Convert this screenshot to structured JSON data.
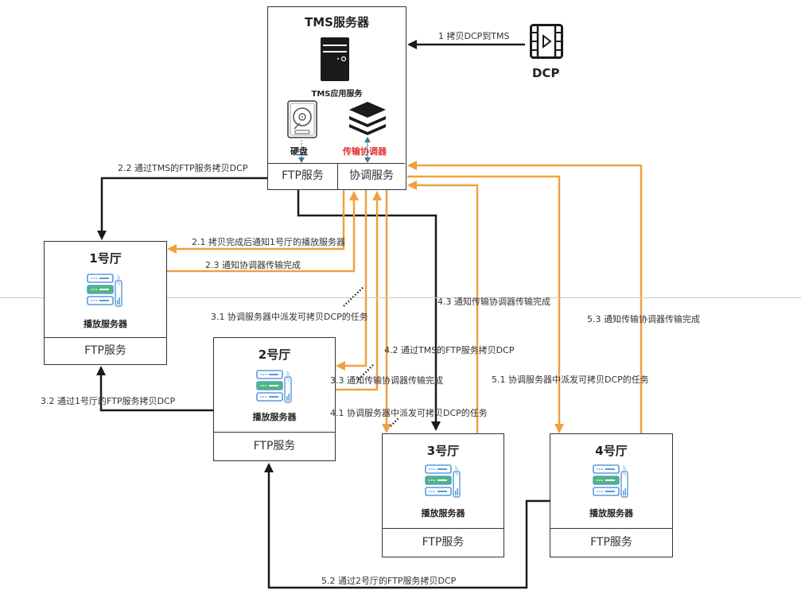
{
  "tms": {
    "title": "TMS服务器",
    "app_service": "TMS应用服务",
    "disk_label": "硬盘",
    "coordinator_label": "传输协调器",
    "ftp_service": "FTP服务",
    "coord_service": "协调服务"
  },
  "dcp": {
    "label": "DCP"
  },
  "halls": [
    {
      "title": "1号厅",
      "server": "播放服务器",
      "ftp": "FTP服务"
    },
    {
      "title": "2号厅",
      "server": "播放服务器",
      "ftp": "FTP服务"
    },
    {
      "title": "3号厅",
      "server": "播放服务器",
      "ftp": "FTP服务"
    },
    {
      "title": "4号厅",
      "server": "播放服务器",
      "ftp": "FTP服务"
    }
  ],
  "steps": {
    "s1": "1 拷贝DCP到TMS",
    "s2_1": "2.1 拷贝完成后通知1号厅的播放服务器",
    "s2_2": "2.2 通过TMS的FTP服务拷贝DCP",
    "s2_3": "2.3 通知协调器传输完成",
    "s3_1": "3.1 协调服务器中派发可拷贝DCP的任务",
    "s3_2": "3.2 通过1号厅的FTP服务拷贝DCP",
    "s3_3": "3.3 通知传输协调器传输完成",
    "s4_1": "4.1 协调服务器中派发可拷贝DCP的任务",
    "s4_2": "4.2  通过TMS的FTP服务拷贝DCP",
    "s4_3": "4.3 通知传输协调器传输完成",
    "s5_1": "5.1 协调服务器中派发可拷贝DCP的任务",
    "s5_2": "5.2 通过2号厅的FTP服务拷贝DCP",
    "s5_3": "5.3 通知传输协调器传输完成"
  },
  "colors": {
    "orange": "#f0a040",
    "black": "#1a1a1a",
    "red_label": "#e03030",
    "teal": "#3a7a95",
    "server_blue": "#5a9ad8",
    "server_green": "#4cb87a"
  }
}
